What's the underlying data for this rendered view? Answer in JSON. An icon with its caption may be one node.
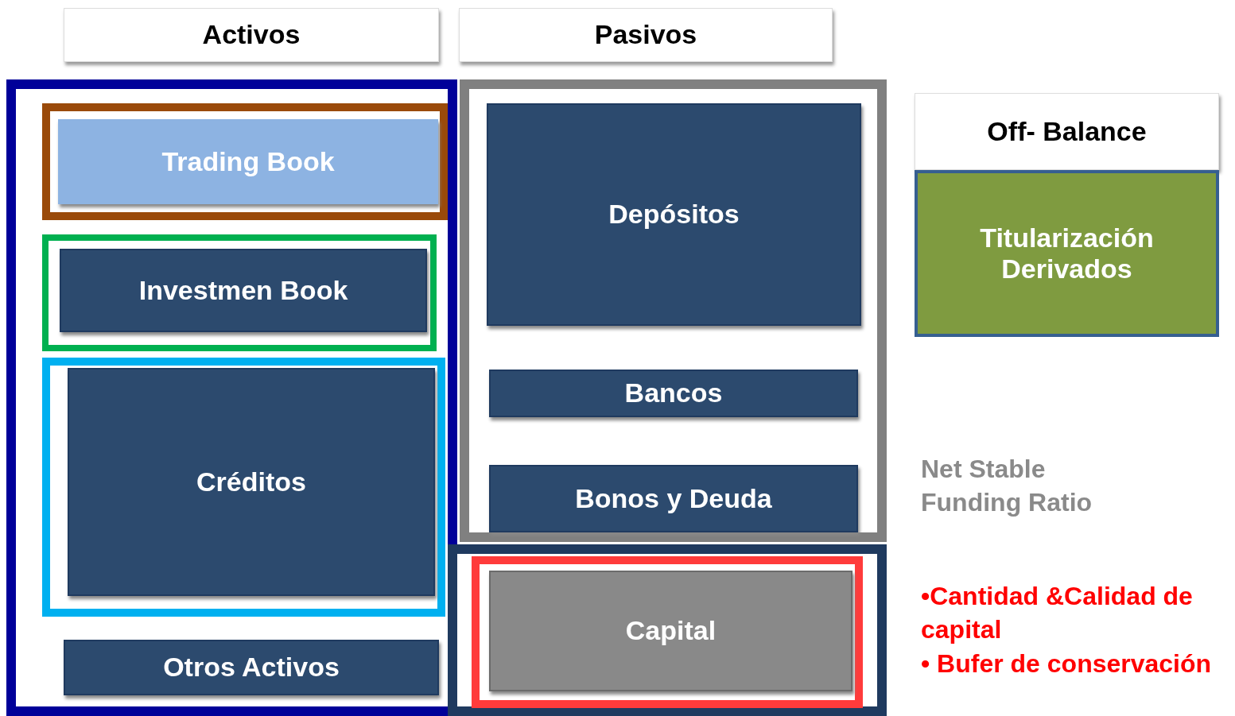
{
  "diagram": {
    "nodes": [
      {
        "text": [
          "Activos"
        ]
      },
      {
        "text": [
          "Pasivos"
        ]
      },
      {
        "text": [],
        "shape": "box"
      },
      {
        "text": [],
        "shape": "box",
        "in": 2
      },
      {
        "text": [
          "Trading Book"
        ],
        "in": 3
      },
      {
        "text": [],
        "shape": "box",
        "in": 2
      },
      {
        "text": [
          "Investmen Book"
        ],
        "in": 5
      },
      {
        "text": [],
        "shape": "box",
        "in": 2
      },
      {
        "text": [
          "Créditos"
        ],
        "in": 7
      },
      {
        "text": [
          "Otros Activos"
        ],
        "in": 2
      },
      {
        "text": [],
        "shape": "box"
      },
      {
        "text": [
          "Depósitos"
        ],
        "in": 10
      },
      {
        "text": [
          "Bancos"
        ],
        "in": 10
      },
      {
        "text": [
          "Bonos y Deuda"
        ],
        "in": 10
      },
      {
        "text": [],
        "shape": "box"
      },
      {
        "text": [],
        "shape": "box",
        "in": 14
      },
      {
        "text": [
          "Capital"
        ],
        "in": 15
      },
      {
        "text": [
          "Off- Balance"
        ]
      },
      {
        "text": [
          "Titularización Derivados"
        ]
      }
    ],
    "labels": [
      "Net Stable Funding Ratio",
      "•Cantidad &Calidad de capital",
      "• Bufer de conservación"
    ]
  }
}
